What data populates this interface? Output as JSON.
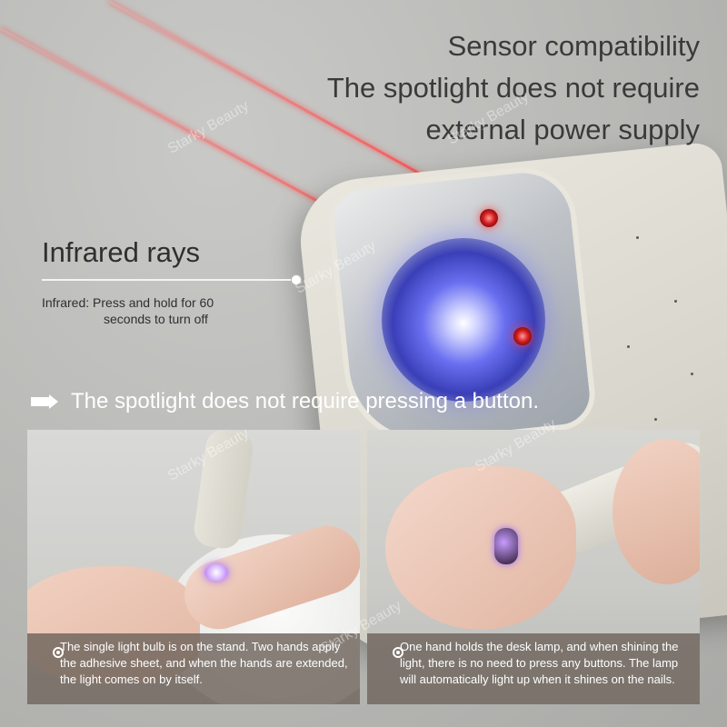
{
  "headline": {
    "line1": "Sensor compatibility",
    "line2": "The spotlight does not require",
    "line3": "external power supply"
  },
  "infrared": {
    "title": "Infrared rays",
    "desc_line1": "Infrared: Press and hold for 60",
    "desc_line2": "seconds to turn off"
  },
  "banner": {
    "text": "The spotlight does not require pressing a button."
  },
  "panels": [
    {
      "caption": "The single light bulb is on the stand. Two hands apply the adhesive sheet, and when the hands are extended, the light comes on by itself."
    },
    {
      "caption": "One hand holds the desk lamp, and when shining the light, there is no need to press any buttons. The lamp will automatically light up when it shines on the nails."
    }
  ],
  "watermark": "Starky Beauty",
  "icons": {
    "banner": "arrow-right-icon",
    "caption": "radio-dot-icon"
  },
  "colors": {
    "laser": "#ff4646",
    "uv_light": "#6a6ff0",
    "caption_bg": "#6e645c"
  }
}
